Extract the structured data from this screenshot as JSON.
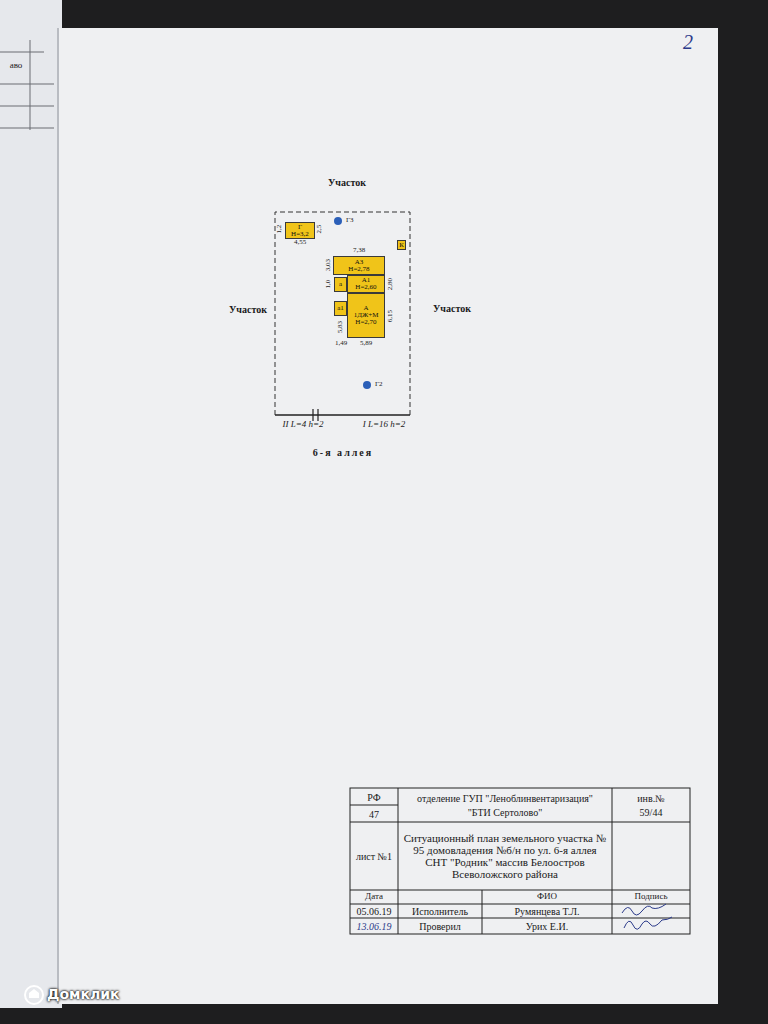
{
  "diagram": {
    "nodes": [
      {
        "text": [
          "Г",
          "Н=3,2"
        ]
      },
      {
        "text": [
          "К"
        ]
      },
      {
        "text": [
          "А3",
          "Н=2,78"
        ]
      },
      {
        "text": [
          "а"
        ]
      },
      {
        "text": [
          "А1",
          "Н=2,60"
        ]
      },
      {
        "text": [
          "а1"
        ]
      },
      {
        "text": [
          "А",
          "1ДЖ+М",
          "Н=2,70"
        ]
      }
    ],
    "labels": [
      "2",
      "аво",
      "Участок",
      "Участок",
      "Участок",
      "4,55",
      "1,2",
      "2,5",
      "Г3",
      "7,38",
      "3,03",
      "1,0",
      "2,80",
      "5,83",
      "6,15",
      "1,49",
      "5,89",
      "Г2",
      "II L=4 h=2",
      "I L=16 h=2",
      "6-я аллея",
      "РФ",
      "47",
      "отделение ГУП \"Леноблинвентаризация\"",
      "\"БТИ Сертолово\"",
      "инв.№",
      "59/44",
      "лист №1",
      "Ситуационный план земельного участка № 95 домовладения №б/н по ул. 6-я аллея СНТ \"Родник\" массив Белоостров Всеволожского района",
      "Дата",
      "ФИО",
      "Подпись",
      "05.06.19",
      "Исполнитель",
      "Румянцева Т.Л.",
      "13.06.19",
      "Проверил",
      "Урих Е.И.",
      "Домклик"
    ]
  }
}
